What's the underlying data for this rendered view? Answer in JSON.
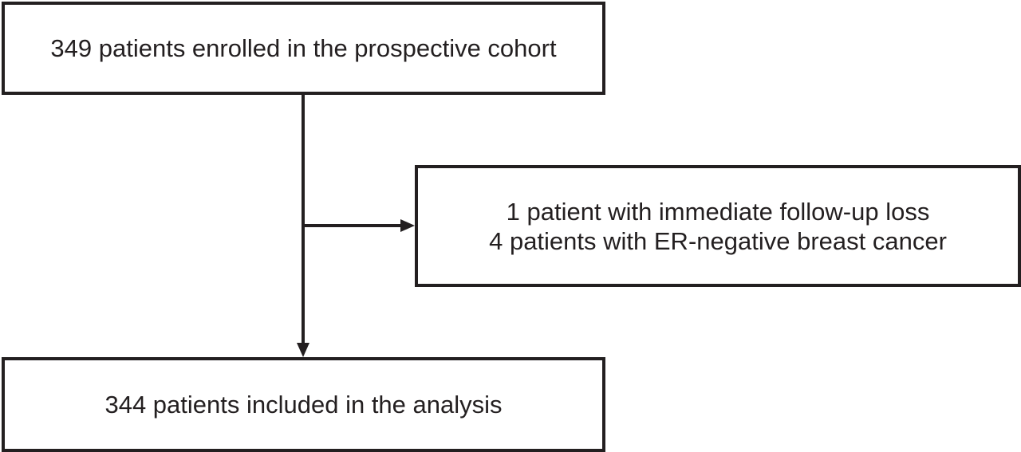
{
  "flowchart": {
    "enrolled": {
      "text": "349 patients enrolled in the prospective cohort"
    },
    "excluded": {
      "lines": [
        "1 patient with immediate follow-up loss",
        "4 patients with ER-negative breast cancer"
      ]
    },
    "analysis": {
      "text": "344 patients included in the analysis"
    }
  },
  "colors": {
    "stroke": "#231f20",
    "background": "#ffffff"
  }
}
